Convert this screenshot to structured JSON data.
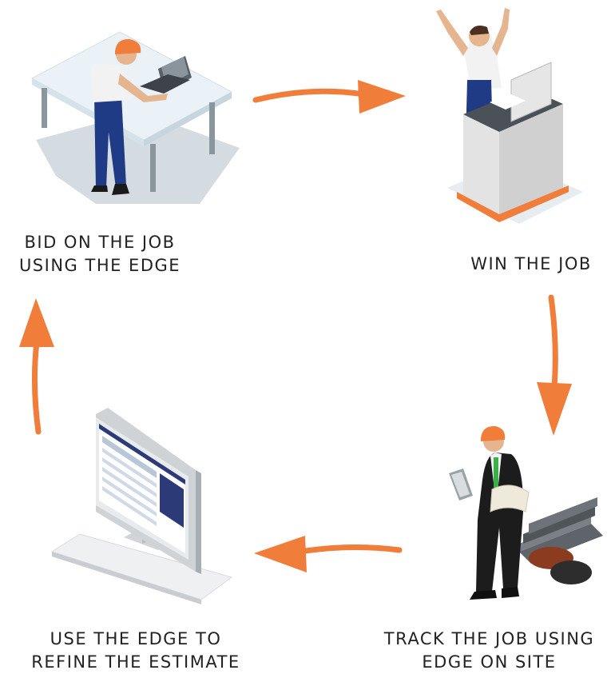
{
  "steps": [
    {
      "id": "bid",
      "lines": [
        "BID ON THE JOB",
        "USING THE EDGE"
      ]
    },
    {
      "id": "win",
      "lines": [
        "WIN THE JOB"
      ]
    },
    {
      "id": "track",
      "lines": [
        "TRACK THE JOB USING",
        "EDGE ON SITE"
      ]
    },
    {
      "id": "use",
      "lines": [
        "USE THE EDGE TO",
        "REFINE THE ESTIMATE"
      ]
    }
  ],
  "colors": {
    "arrow": "#f07d3a",
    "hard_hat": "#f07d3a",
    "shirt": "#f2f2f2",
    "pants": "#1f3b86",
    "desk": "#e6f0f6",
    "shadow": "#c9d3da",
    "suit": "#1c1c1c",
    "tie": "#3bb04a"
  },
  "icons": [
    "arrow-right-icon",
    "arrow-down-icon",
    "arrow-left-icon",
    "arrow-up-icon"
  ]
}
